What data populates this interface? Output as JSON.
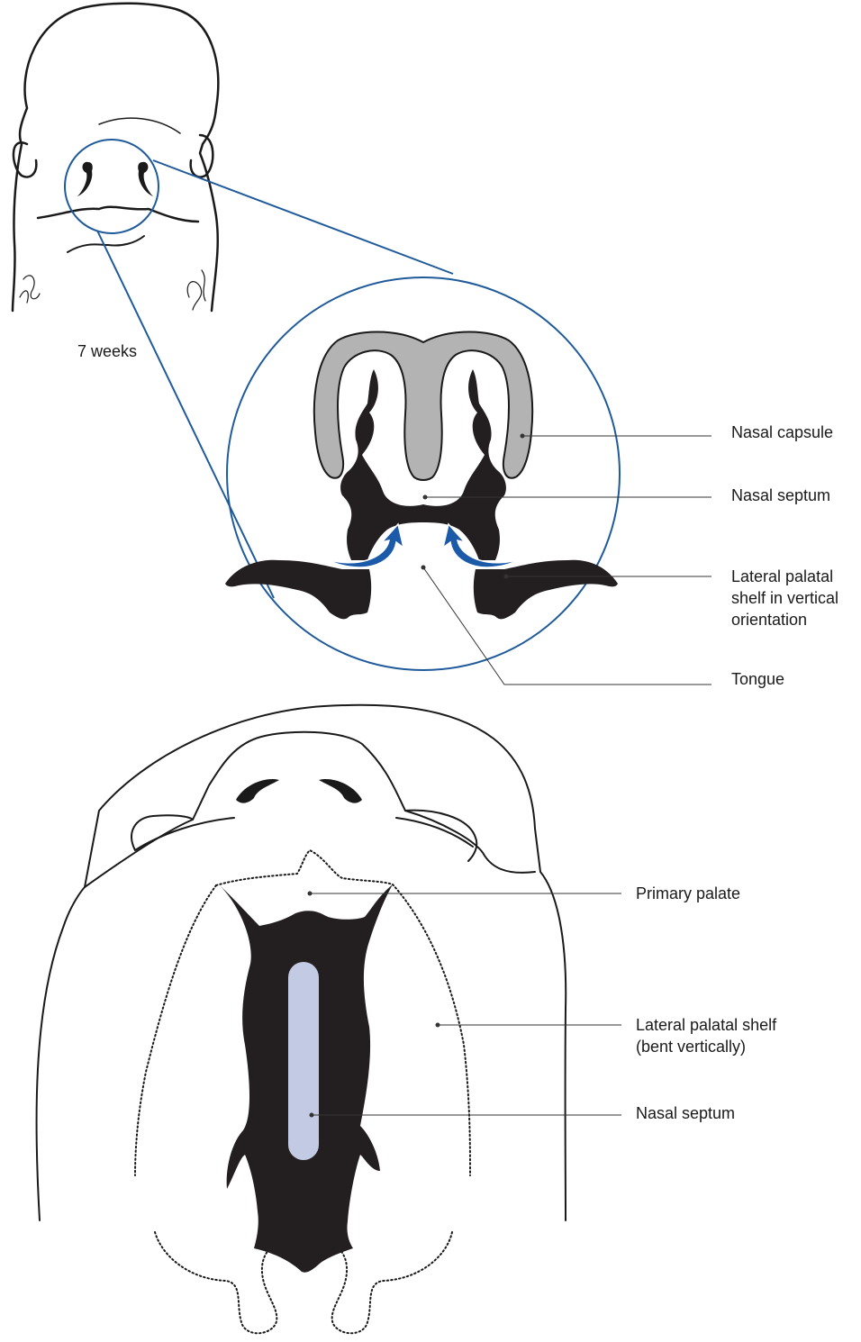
{
  "colors": {
    "ink": "#1a1a1a",
    "tissue": "#231f20",
    "cartilage": "#b3b3b3",
    "zoom_ring": "#1f5a9a",
    "arrow": "#1b5aa8",
    "septum_fill": "#c3cbe4",
    "leader": "#333333"
  },
  "icons": {
    "growth_arrow": "curved-arrow-icon"
  },
  "top_panel": {
    "age_label": "7 weeks",
    "labels": {
      "nasal_capsule": "Nasal capsule",
      "nasal_septum": "Nasal septum",
      "lateral_palatal_shelf": [
        "Lateral palatal",
        "shelf in vertical",
        "orientation"
      ],
      "tongue": "Tongue"
    }
  },
  "bottom_panel": {
    "labels": {
      "primary_palate": "Primary palate",
      "lateral_palatal_shelf": [
        "Lateral palatal shelf",
        "(bent vertically)"
      ],
      "nasal_septum": "Nasal septum"
    }
  }
}
